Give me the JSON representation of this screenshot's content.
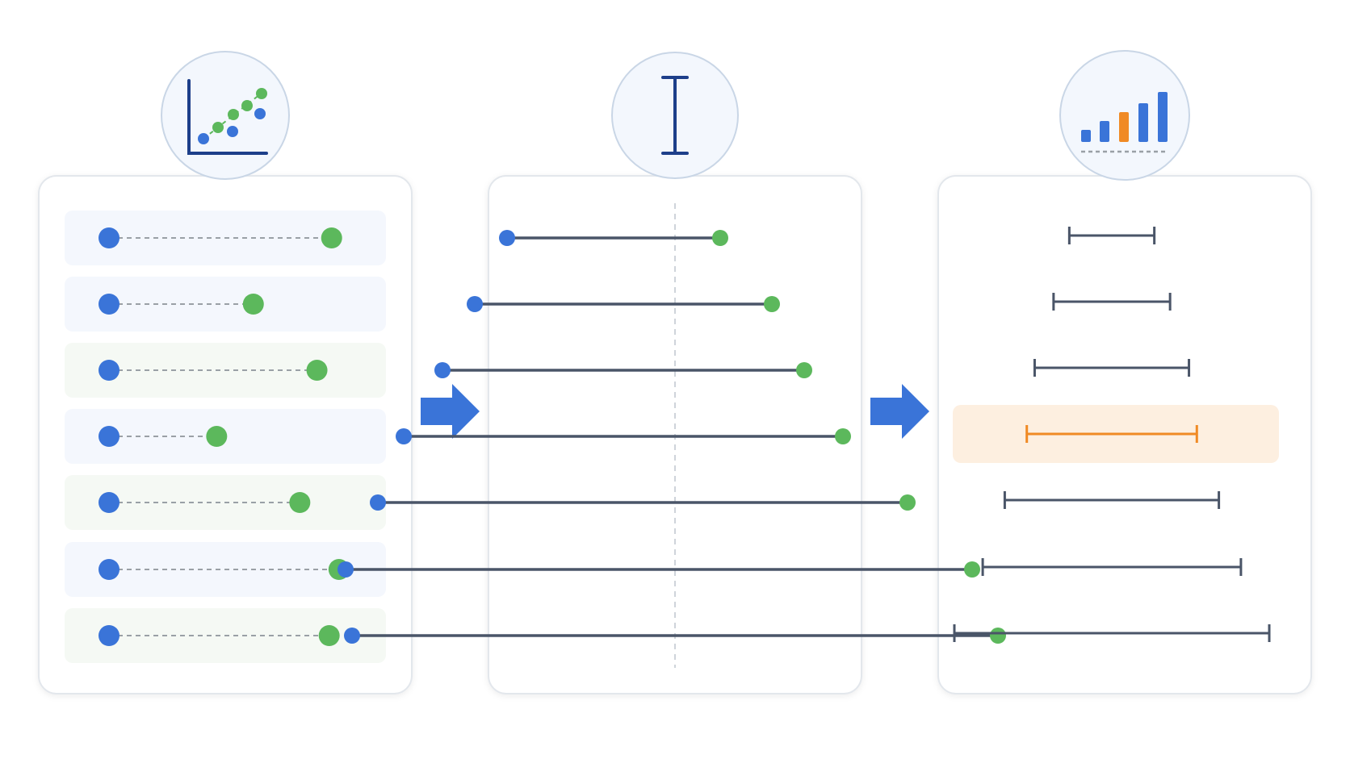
{
  "colors": {
    "blue": "#3a74d8",
    "green": "#5cb85c",
    "orange": "#f08a24",
    "line": "#4a5568",
    "dash": "#9aa0a6",
    "panel_border": "#e3e7ec",
    "icon_circle_fill": "#f3f7fd",
    "icon_circle_border": "#c9d6e6",
    "row_blue_tint": "#f4f7fd",
    "row_green_tint": "#f5f9f4",
    "highlight_fill": "#fdefe0",
    "arrow": "#3a74d8",
    "icon_dark": "#1d3f8a"
  },
  "icons": {
    "panel1": "scatter-plot-icon",
    "panel2": "interval-i-beam-icon",
    "panel3": "bar-chart-icon"
  },
  "panel1_rows": [
    {
      "span": 0.91,
      "tint": "blue"
    },
    {
      "span": 0.59,
      "tint": "blue"
    },
    {
      "span": 0.85,
      "tint": "green"
    },
    {
      "span": 0.44,
      "tint": "blue"
    },
    {
      "span": 0.78,
      "tint": "green"
    },
    {
      "span": 0.94,
      "tint": "blue"
    },
    {
      "span": 0.9,
      "tint": "green"
    }
  ],
  "panel2_intervals": [
    {
      "low": -0.26,
      "high": 0.07
    },
    {
      "low": -0.31,
      "high": 0.15
    },
    {
      "low": -0.36,
      "high": 0.2
    },
    {
      "low": -0.42,
      "high": 0.26
    },
    {
      "low": -0.46,
      "high": 0.36
    },
    {
      "low": -0.51,
      "high": 0.46
    },
    {
      "low": -0.5,
      "high": 0.5
    }
  ],
  "panel3_intervals": [
    {
      "width": 0.27,
      "highlight": false
    },
    {
      "width": 0.37,
      "highlight": false
    },
    {
      "width": 0.49,
      "highlight": false
    },
    {
      "width": 0.54,
      "highlight": true
    },
    {
      "width": 0.68,
      "highlight": false
    },
    {
      "width": 0.82,
      "highlight": false
    },
    {
      "width": 1.0,
      "highlight": false
    }
  ]
}
